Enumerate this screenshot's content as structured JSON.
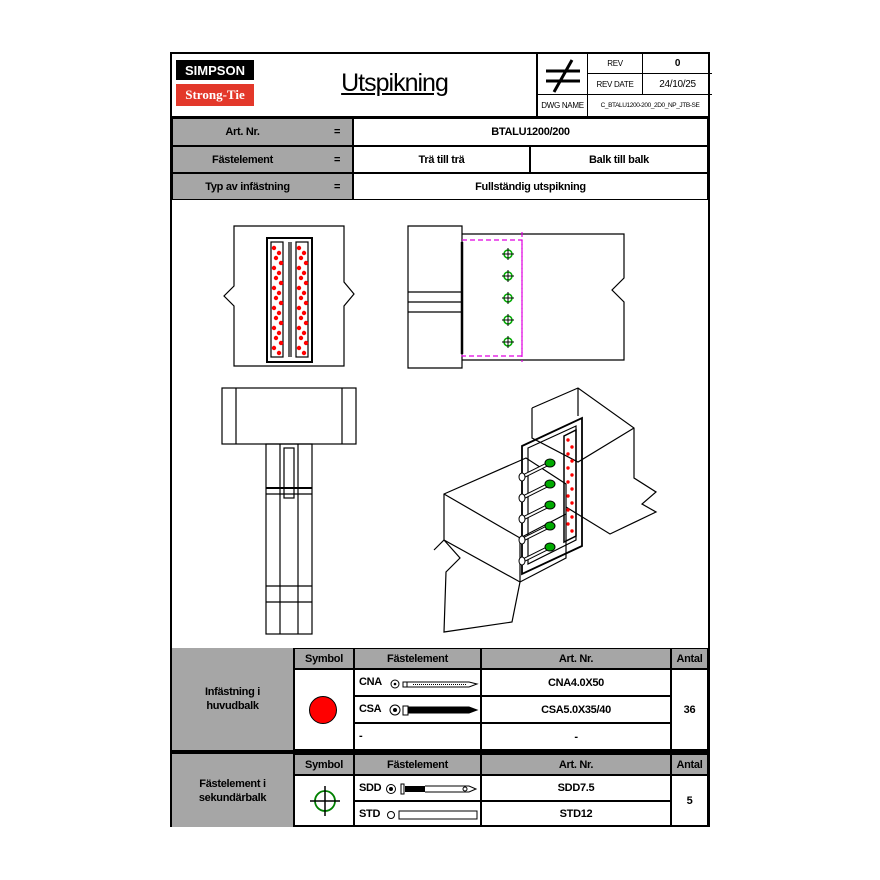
{
  "logo": {
    "top": "SIMPSON",
    "bottom": "Strong-Tie"
  },
  "title": "Utspikning",
  "titleblock": {
    "rev_label": "REV",
    "rev_value": "0",
    "rev_date_label": "REV DATE",
    "rev_date_value": "24/10/25",
    "dwg_label": "DWG NAME",
    "dwg_value": "C_BTALU1200-200_2D0_NP_JTB-SE"
  },
  "info": {
    "art_label": "Art. Nr.",
    "eq": "=",
    "art_value": "BTALU1200/200",
    "fast_label": "Fästelement",
    "fast_value1": "Trä till trä",
    "fast_value2": "Balk till balk",
    "typ_label": "Typ av infästning",
    "typ_value": "Fullständig utspikning"
  },
  "table1": {
    "row_label": "Infästning i huvudbalk",
    "h_symbol": "Symbol",
    "h_fast": "Fästelement",
    "h_art": "Art. Nr.",
    "h_antal": "Antal",
    "rows": [
      {
        "fast": "CNA",
        "art": "CNA4.0X50"
      },
      {
        "fast": "CSA",
        "art": "CSA5.0X35/40"
      },
      {
        "fast": "-",
        "art": "-"
      }
    ],
    "antal": "36"
  },
  "table2": {
    "row_label": "Fästelement i sekundärbalk",
    "h_symbol": "Symbol",
    "h_fast": "Fästelement",
    "h_art": "Art. Nr.",
    "h_antal": "Antal",
    "rows": [
      {
        "fast": "SDD",
        "art": "SDD7.5"
      },
      {
        "fast": "STD",
        "art": "STD12"
      }
    ],
    "antal": "5"
  },
  "colors": {
    "red_nail": "#ff0000",
    "green_screw": "#00aa00",
    "magenta": "#e000e0",
    "grey": "#a6a6a6",
    "brand_red": "#e3382a"
  }
}
